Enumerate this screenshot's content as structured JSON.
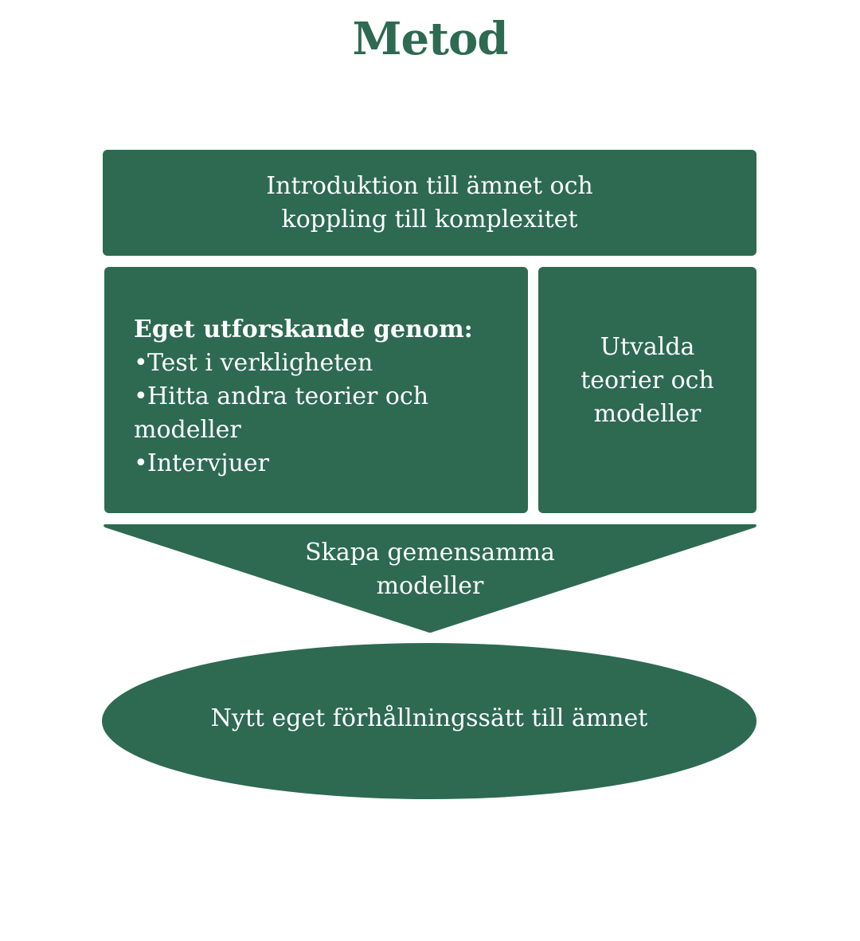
{
  "colors": {
    "primary": "#2d6a51",
    "text_on_primary": "#ffffff",
    "background": "#ffffff"
  },
  "title": "Metod",
  "intro": {
    "line1": "Introduktion till ämnet och",
    "line2": "koppling till komplexitet"
  },
  "explore": {
    "heading": "Eget utforskande genom:",
    "bullets": [
      "Test i verkligheten",
      "Hitta andra teorier och modeller",
      "Intervjuer"
    ]
  },
  "theories": {
    "line1": "Utvalda",
    "line2": "teorier och",
    "line3": "modeller"
  },
  "arrow": {
    "line1": "Skapa gemensamma",
    "line2": "modeller"
  },
  "outcome": "Nytt eget förhållningssätt till ämnet"
}
